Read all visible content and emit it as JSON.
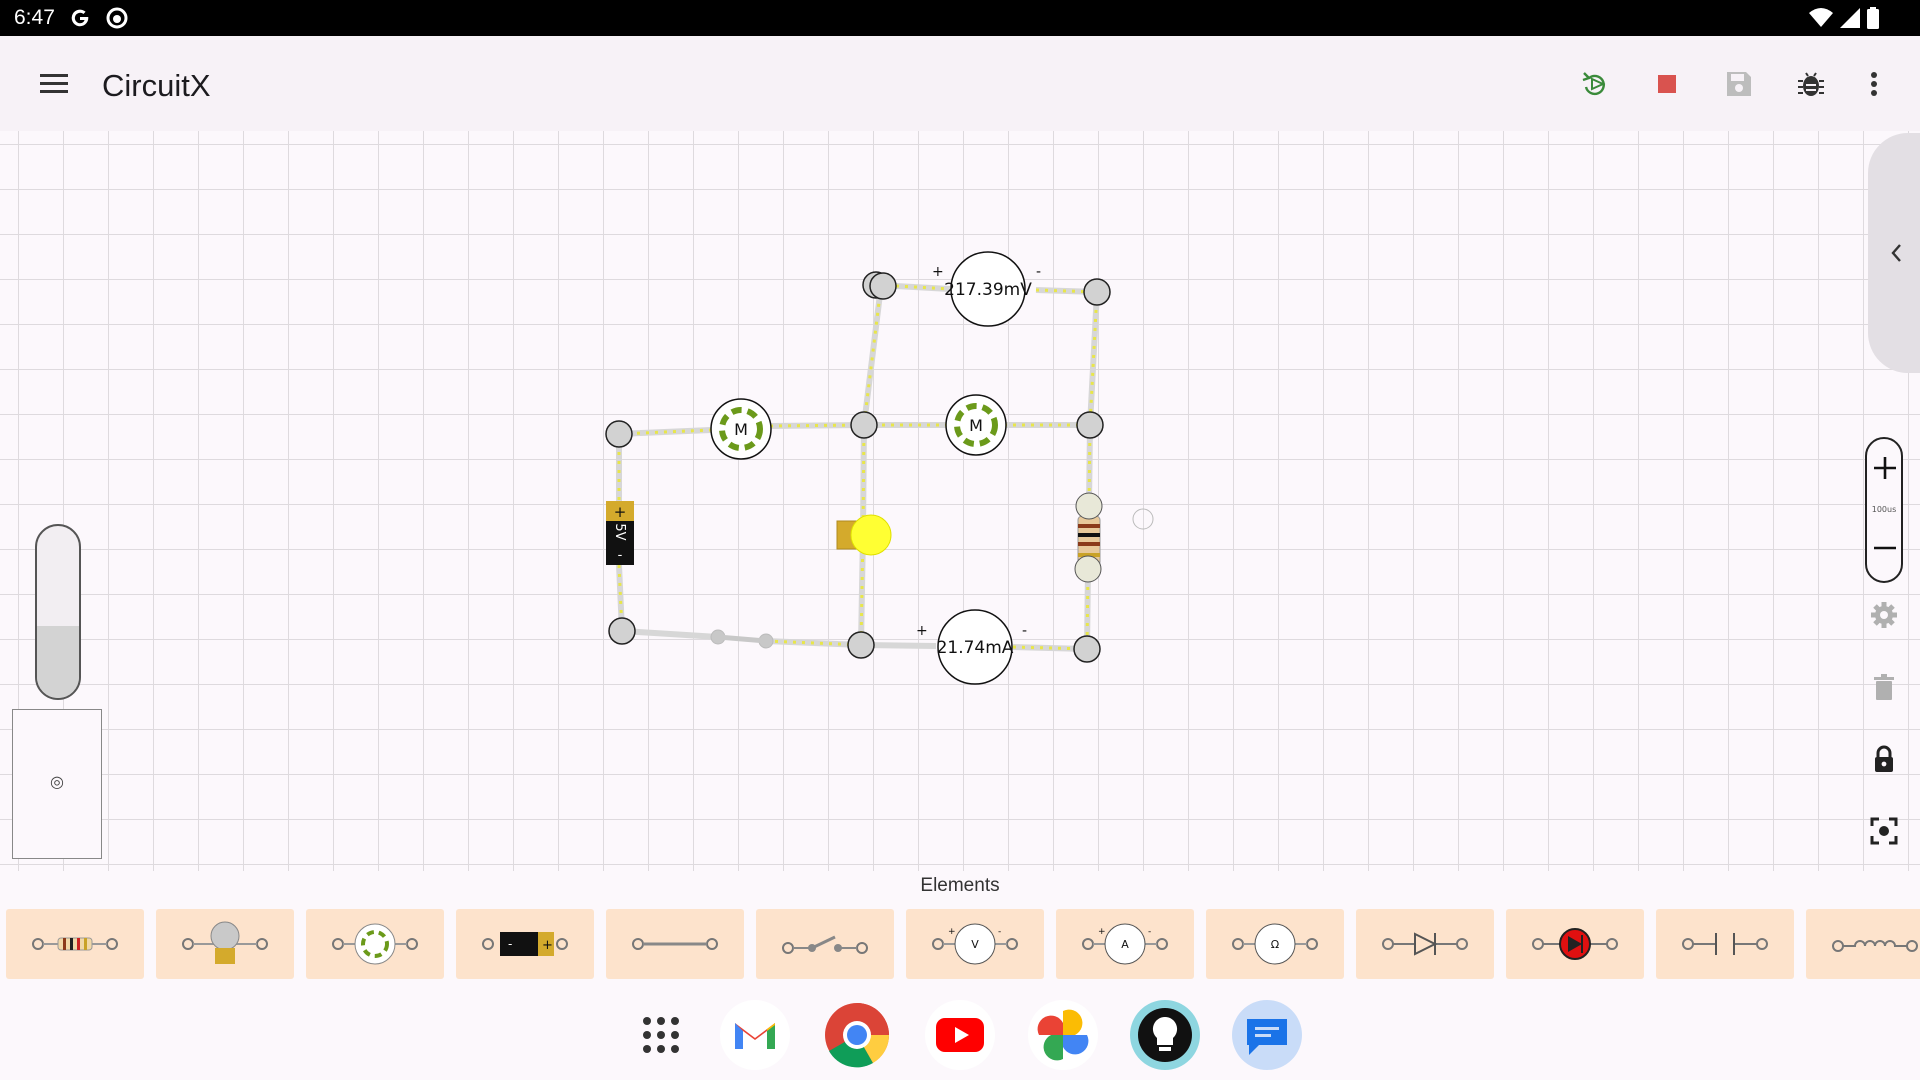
{
  "status_bar": {
    "time": "6:47"
  },
  "app_bar": {
    "title": "CircuitX",
    "icons": [
      "menu-icon",
      "run-icon",
      "stop-icon",
      "save-icon",
      "debug-icon",
      "more-vert-icon"
    ]
  },
  "canvas": {
    "voltmeter_reading": "217.39mV",
    "ammeter_reading": "21.74mA",
    "battery_label": "5V",
    "battery_plus": "+",
    "battery_minus": "-",
    "meter_plus": "+",
    "meter_minus": "-",
    "motor_label": "M",
    "timestep_label": "100us",
    "minimap_symbol": "◎",
    "speed_slider_level": 0.42
  },
  "elements_panel": {
    "title": "Elements",
    "items": [
      {
        "name": "resistor",
        "icon": "resistor-icon"
      },
      {
        "name": "bulb",
        "icon": "bulb-icon"
      },
      {
        "name": "motor",
        "icon": "motor-icon"
      },
      {
        "name": "battery",
        "icon": "battery-icon"
      },
      {
        "name": "wire",
        "icon": "wire-icon"
      },
      {
        "name": "switch",
        "icon": "switch-icon"
      },
      {
        "name": "voltmeter",
        "icon": "voltmeter-icon",
        "label": "V"
      },
      {
        "name": "ammeter",
        "icon": "ammeter-icon",
        "label": "A"
      },
      {
        "name": "ohmmeter",
        "icon": "ohmmeter-icon",
        "label": "Ω"
      },
      {
        "name": "diode",
        "icon": "diode-icon"
      },
      {
        "name": "led",
        "icon": "led-icon"
      },
      {
        "name": "capacitor",
        "icon": "capacitor-icon"
      },
      {
        "name": "inductor",
        "icon": "inductor-icon"
      }
    ]
  },
  "dock": {
    "apps": [
      "app-drawer-icon",
      "gmail-icon",
      "chrome-icon",
      "youtube-icon",
      "photos-icon",
      "lightbulb-app-icon",
      "messages-icon"
    ]
  },
  "colors": {
    "wire": "#d7d7d7",
    "current_dots": "#e8e64a",
    "motor_green": "#6b9a1a",
    "bulb_yellow": "#ffff33",
    "battery_gold": "#d4aa2c",
    "stop_red": "#d9534f",
    "tile_bg": "#fde3cc"
  }
}
